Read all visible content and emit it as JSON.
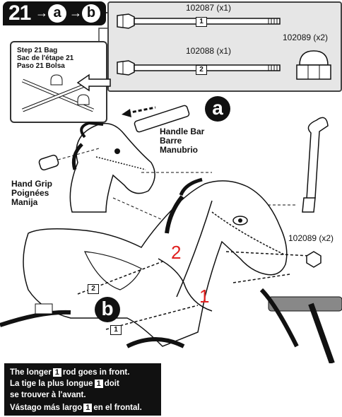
{
  "step": {
    "number": "21",
    "sub_a": "a",
    "sub_b": "b",
    "arrow": "→"
  },
  "bag": {
    "line1": "Step 21 Bag",
    "line2": "Sac de l'étape 21",
    "line3": "Paso 21 Bolsa"
  },
  "parts": {
    "rod1_code": "102087 (x1)",
    "rod1_index": "1",
    "rod2_code": "102088 (x1)",
    "rod2_index": "2",
    "nut_code": "102089 (x2)"
  },
  "callouts": {
    "a_badge": "a",
    "b_badge": "b",
    "handle_bar_en": "Handle Bar",
    "handle_bar_fr": "Barre",
    "handle_bar_es": "Manubrio",
    "hand_grip_en": "Hand Grip",
    "hand_grip_fr": "Poignées",
    "hand_grip_es": "Manija",
    "nut_callout": "102089 (x2)",
    "red_label_2": "2",
    "red_label_1": "1",
    "rod_tag_2": "2",
    "rod_tag_1": "1"
  },
  "note": {
    "en_pre": "The longer",
    "en_num": "1",
    "en_post": "rod goes in front.",
    "fr_pre": "La tige la plus longue",
    "fr_num": "1",
    "fr_post": "doit",
    "fr_line2": "se trouver à l'avant.",
    "es_pre": "Vástago más largo",
    "es_num": "1",
    "es_post": "en el frontal."
  }
}
